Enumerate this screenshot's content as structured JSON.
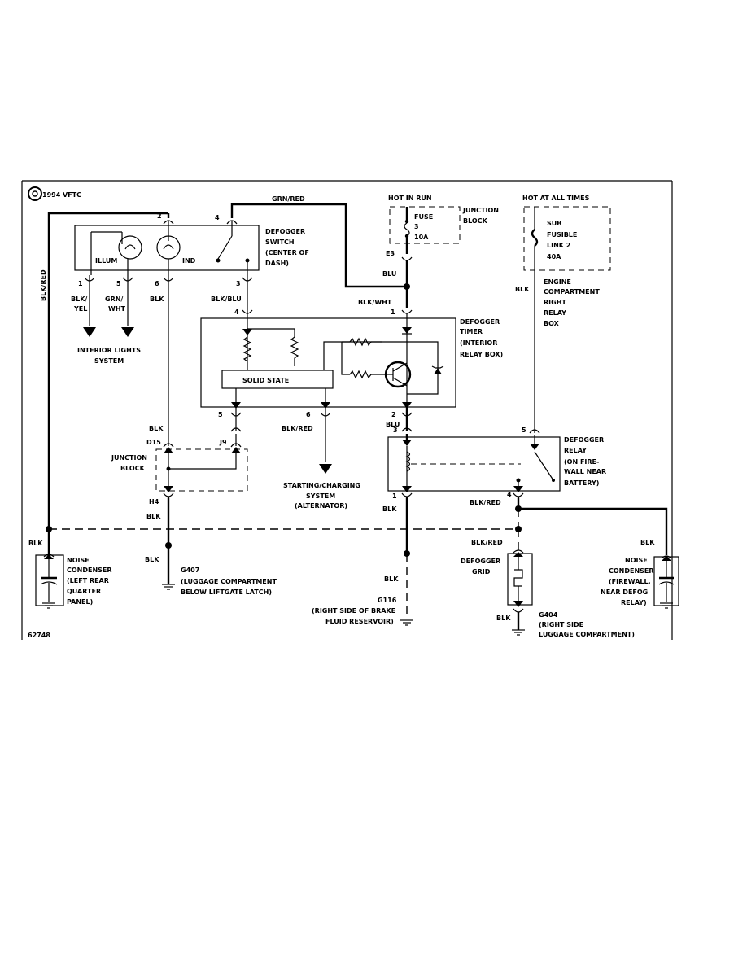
{
  "header": {
    "copyright": "1994 VFTC",
    "figure_id": "62748"
  },
  "wires": {
    "blk_red_left": "BLK/RED",
    "grn_red": "GRN/RED",
    "blk_yel": [
      "BLK/",
      "YEL"
    ],
    "grn_wht": [
      "GRN/",
      "WHT"
    ],
    "blk_pin6": "BLK",
    "blk_blu": "BLK/BLU",
    "blu_top": "BLU",
    "blk_wht": "BLK/WHT",
    "blk_right_top": "BLK",
    "blk_j_left": "BLK",
    "blu_2": "BLU",
    "blk_red_timer": "BLK/RED",
    "blk_h4": "BLK",
    "blk_relay1": "BLK",
    "blk_red_relay4": "BLK/RED",
    "blk_left_cond": "BLK",
    "blk_g407": "BLK",
    "blk_red_grid": "BLK/RED",
    "blk_right_cond": "BLK",
    "blk_g116": "BLK",
    "blk_g404": "BLK"
  },
  "pins": {
    "switch_2": "2",
    "switch_4": "4",
    "switch_1": "1",
    "switch_5": "5",
    "switch_6": "6",
    "switch_3": "3",
    "timer_4": "4",
    "timer_1": "1",
    "timer_5": "5",
    "timer_6": "6",
    "timer_2": "2",
    "relay_3": "3",
    "relay_5": "5",
    "relay_1": "1",
    "relay_4": "4",
    "d15": "D15",
    "j9": "J9",
    "h4": "H4",
    "e3": "E3"
  },
  "components": {
    "hot_in_run": "HOT IN RUN",
    "fuse": [
      "FUSE",
      "3",
      "10A"
    ],
    "junction_block_top": [
      "JUNCTION",
      "BLOCK"
    ],
    "hot_at_all_times": "HOT AT ALL TIMES",
    "fusible_link": [
      "SUB",
      "FUSIBLE",
      "LINK 2",
      "40A"
    ],
    "engine_box": [
      "ENGINE",
      "COMPARTMENT",
      "RIGHT",
      "RELAY",
      "BOX"
    ],
    "defogger_switch": [
      "DEFOGGER",
      "SWITCH",
      "(CENTER OF",
      "DASH)"
    ],
    "illum": "ILLUM",
    "ind": "IND",
    "interior_lights": [
      "INTERIOR LIGHTS",
      "SYSTEM"
    ],
    "defogger_timer": [
      "DEFOGGER",
      "TIMER",
      "(INTERIOR",
      "RELAY BOX)"
    ],
    "solid_state": "SOLID STATE",
    "junction_block_mid": [
      "JUNCTION",
      "BLOCK"
    ],
    "starting_charging": [
      "STARTING/CHARGING",
      "SYSTEM",
      "(ALTERNATOR)"
    ],
    "defogger_relay": [
      "DEFOGGER",
      "RELAY",
      "(ON FIRE-",
      "WALL NEAR",
      "BATTERY)"
    ],
    "noise_condenser_left": [
      "NOISE",
      "CONDENSER",
      "(LEFT REAR",
      "QUARTER",
      "PANEL)"
    ],
    "g407": [
      "G407",
      "(LUGGAGE COMPARTMENT",
      "BELOW LIFTGATE LATCH)"
    ],
    "g116": [
      "G116",
      "(RIGHT SIDE OF BRAKE",
      "FLUID RESERVOIR)"
    ],
    "defogger_grid": [
      "DEFOGGER",
      "GRID"
    ],
    "g404": [
      "G404",
      "(RIGHT SIDE",
      "LUGGAGE COMPARTMENT)"
    ],
    "noise_condenser_right": [
      "NOISE",
      "CONDENSER",
      "(FIREWALL,",
      "NEAR DEFOG",
      "RELAY)"
    ]
  }
}
